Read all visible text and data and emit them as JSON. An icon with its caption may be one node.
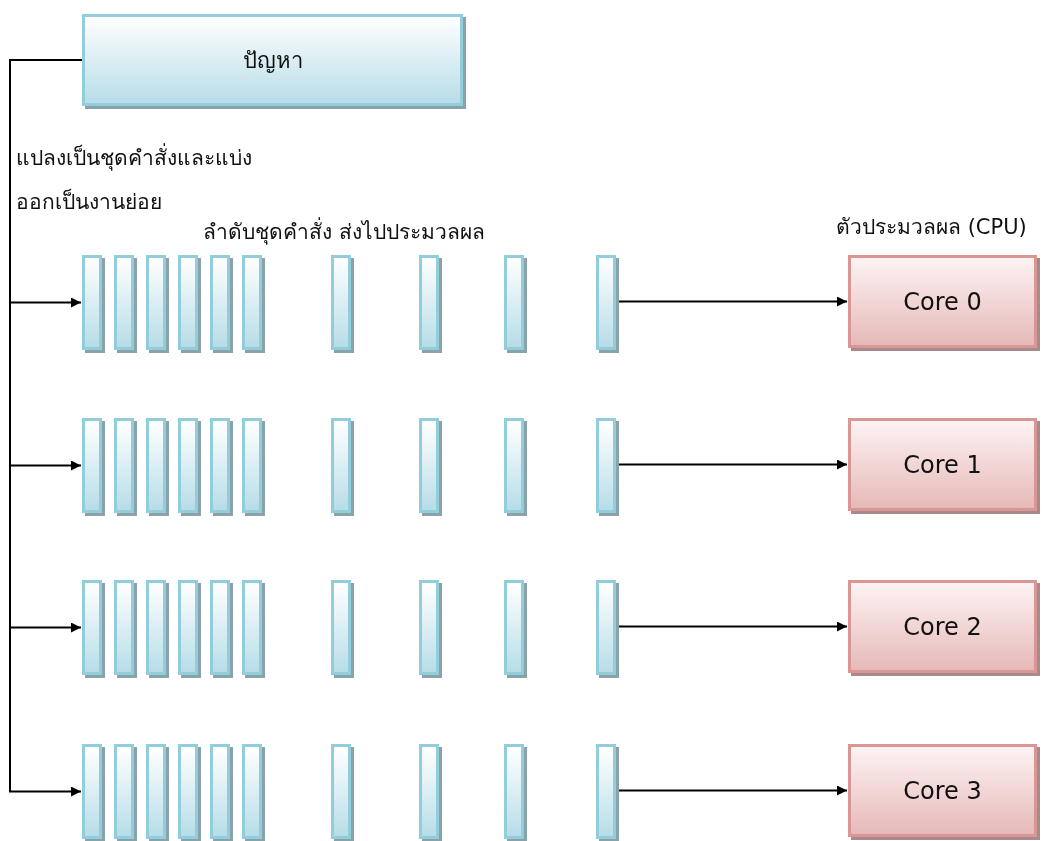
{
  "diagram": {
    "nodes": [
      {
        "text": [
          "ปัญหา"
        ]
      },
      {
        "text": [],
        "shape": "bar"
      },
      {
        "text": [],
        "shape": "bar"
      },
      {
        "text": [],
        "shape": "bar"
      },
      {
        "text": [],
        "shape": "bar"
      },
      {
        "text": [],
        "shape": "bar"
      },
      {
        "text": [],
        "shape": "bar"
      },
      {
        "text": [],
        "shape": "bar"
      },
      {
        "text": [],
        "shape": "bar"
      },
      {
        "text": [],
        "shape": "bar"
      },
      {
        "text": [],
        "shape": "bar"
      },
      {
        "text": [
          "Core 0"
        ]
      },
      {
        "text": [],
        "shape": "bar"
      },
      {
        "text": [],
        "shape": "bar"
      },
      {
        "text": [],
        "shape": "bar"
      },
      {
        "text": [],
        "shape": "bar"
      },
      {
        "text": [],
        "shape": "bar"
      },
      {
        "text": [],
        "shape": "bar"
      },
      {
        "text": [],
        "shape": "bar"
      },
      {
        "text": [],
        "shape": "bar"
      },
      {
        "text": [],
        "shape": "bar"
      },
      {
        "text": [],
        "shape": "bar"
      },
      {
        "text": [
          "Core 1"
        ]
      },
      {
        "text": [],
        "shape": "bar"
      },
      {
        "text": [],
        "shape": "bar"
      },
      {
        "text": [],
        "shape": "bar"
      },
      {
        "text": [],
        "shape": "bar"
      },
      {
        "text": [],
        "shape": "bar"
      },
      {
        "text": [],
        "shape": "bar"
      },
      {
        "text": [],
        "shape": "bar"
      },
      {
        "text": [],
        "shape": "bar"
      },
      {
        "text": [],
        "shape": "bar"
      },
      {
        "text": [],
        "shape": "bar"
      },
      {
        "text": [
          "Core 2"
        ]
      },
      {
        "text": [],
        "shape": "bar"
      },
      {
        "text": [],
        "shape": "bar"
      },
      {
        "text": [],
        "shape": "bar"
      },
      {
        "text": [],
        "shape": "bar"
      },
      {
        "text": [],
        "shape": "bar"
      },
      {
        "text": [],
        "shape": "bar"
      },
      {
        "text": [],
        "shape": "bar"
      },
      {
        "text": [],
        "shape": "bar"
      },
      {
        "text": [],
        "shape": "bar"
      },
      {
        "text": [],
        "shape": "bar"
      },
      {
        "text": [
          "Core 3"
        ]
      }
    ],
    "edges": [
      {
        "from": 0,
        "to": 1,
        "arrow": "to"
      },
      {
        "from": 10,
        "to": 11,
        "arrow": "to"
      },
      {
        "from": 0,
        "to": 12,
        "arrow": "to"
      },
      {
        "from": 21,
        "to": 22,
        "arrow": "to"
      },
      {
        "from": 0,
        "to": 23,
        "arrow": "to"
      },
      {
        "from": 32,
        "to": 33,
        "arrow": "to"
      },
      {
        "from": 0,
        "to": 34,
        "arrow": "to"
      },
      {
        "from": 43,
        "to": 44,
        "arrow": "to"
      }
    ],
    "labels": [
      "แปลงเป็นชุดคำสั่งและแบ่งออกเป็นงานย่อย",
      "ลำดับชุดคำสั่ง ส่งไปประมวลผล",
      "ตัวประมวลผล (CPU)"
    ]
  }
}
